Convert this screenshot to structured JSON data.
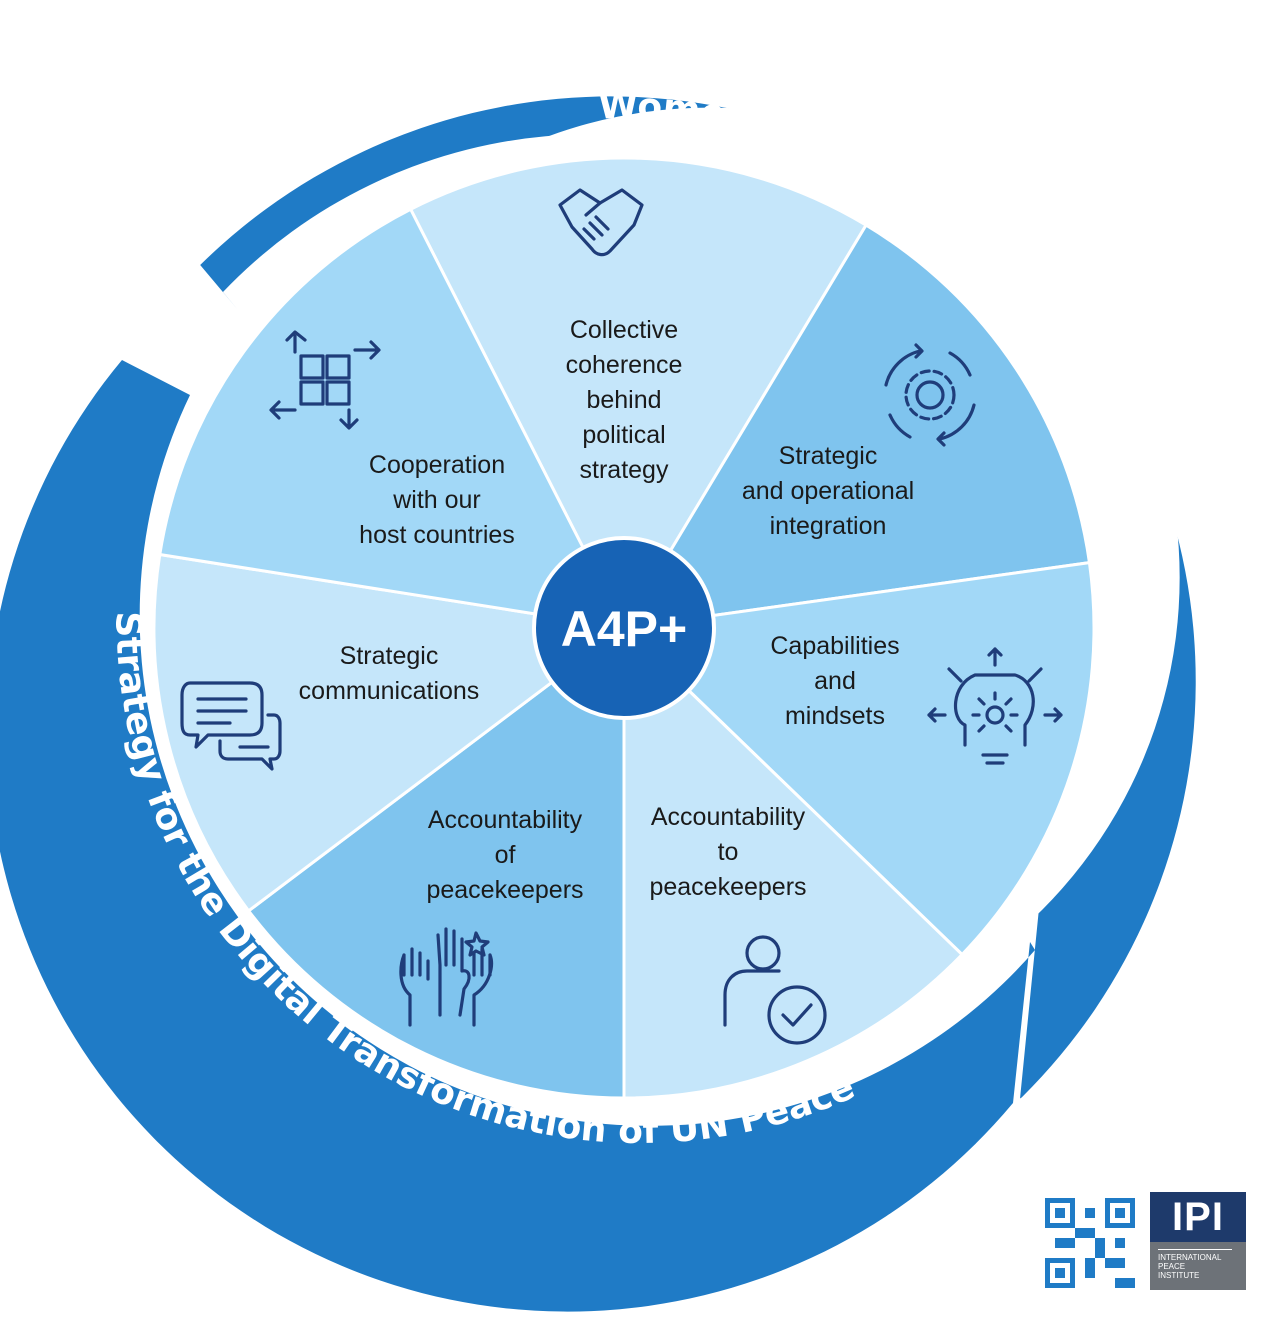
{
  "hub": {
    "label": "A4P+"
  },
  "arcs": {
    "top": "Women, Peace and Security",
    "bottom": "Strategy for the Digital Transformation of UN Peacekeeping"
  },
  "segments": [
    {
      "id": "collective",
      "lines": [
        "Collective",
        "coherence",
        "behind",
        "political",
        "strategy"
      ],
      "icon": "handshake-icon",
      "color": "#c5e6fa"
    },
    {
      "id": "integration",
      "lines": [
        "Strategic",
        "and operational",
        "integration"
      ],
      "icon": "gear-cycle-icon",
      "color": "#7fc4ee"
    },
    {
      "id": "capabilities",
      "lines": [
        "Capabilities",
        "and",
        "mindsets"
      ],
      "icon": "head-gear-arrows-icon",
      "color": "#a2d8f7"
    },
    {
      "id": "accountability-to",
      "lines": [
        "Accountability",
        "to",
        "peacekeepers"
      ],
      "icon": "person-check-icon",
      "color": "#c5e6fa"
    },
    {
      "id": "accountability-of",
      "lines": [
        "Accountability",
        "of",
        "peacekeepers"
      ],
      "icon": "raised-hands-icon",
      "color": "#7fc4ee"
    },
    {
      "id": "communications",
      "lines": [
        "Strategic",
        "communications"
      ],
      "icon": "chat-bubbles-icon",
      "color": "#c5e6fa"
    },
    {
      "id": "cooperation",
      "lines": [
        "Cooperation",
        "with our",
        "host countries"
      ],
      "icon": "puzzle-hands-icon",
      "color": "#a2d8f7"
    }
  ],
  "colors": {
    "ring": "#1f7bc6",
    "hub": "#1763b5",
    "icons": "#1f3d7a"
  },
  "logo": {
    "short": "IPI",
    "full_lines": [
      "INTERNATIONAL",
      "PEACE",
      "INSTITUTE"
    ]
  }
}
